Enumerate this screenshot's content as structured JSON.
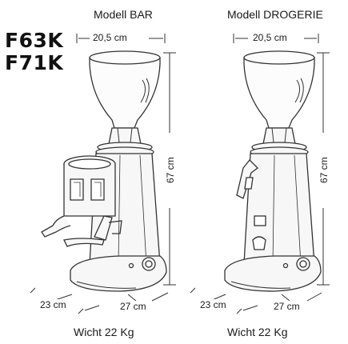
{
  "models": {
    "bar": {
      "title": "Modell BAR",
      "width": "20,5 cm",
      "height": "67 cm",
      "base_left": "23 cm",
      "base_right": "27 cm",
      "weight": "Wicht 22 Kg"
    },
    "drogerie": {
      "title": "Modell DROGERIE",
      "width": "20,5 cm",
      "height": "67 cm",
      "base_left": "23 cm",
      "base_right": "27 cm",
      "weight": "Wicht 22 Kg"
    }
  },
  "codes": [
    "F63K",
    "F71K"
  ],
  "colors": {
    "line": "#333333",
    "body_fill": "#f7f7f7",
    "hopper_fill": "#fcfcfc"
  }
}
